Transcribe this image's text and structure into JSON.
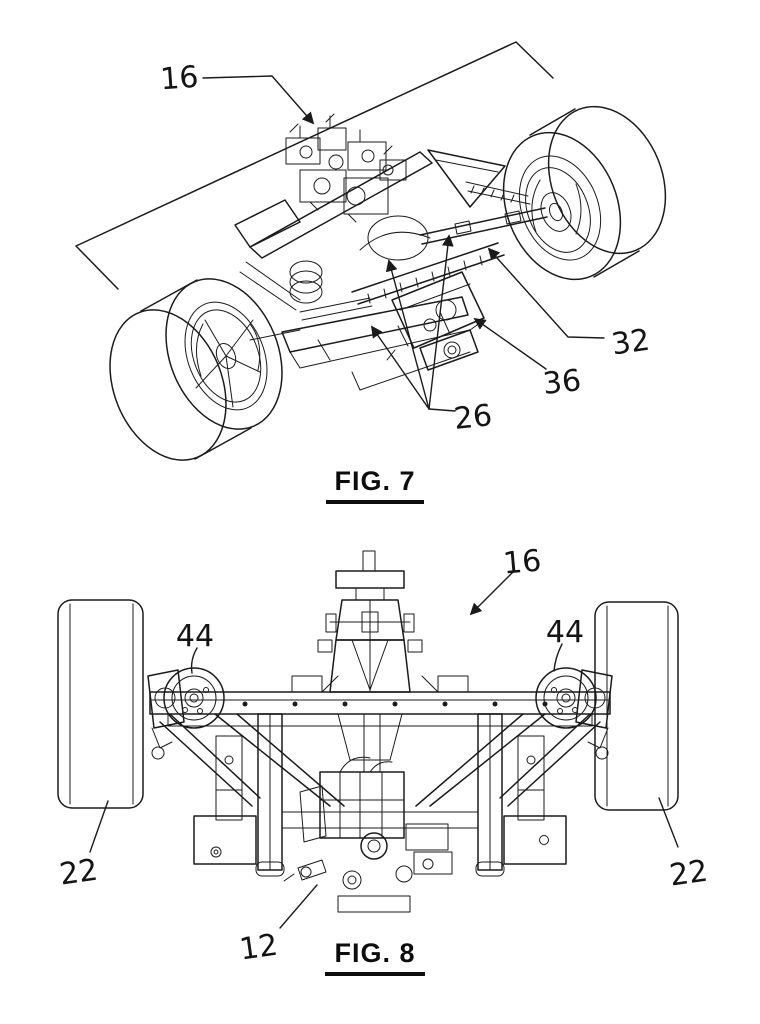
{
  "colors": {
    "background": "#ffffff",
    "ink": "#1b1b1b"
  },
  "figures": [
    {
      "caption": "FIG. 7",
      "labels": [
        {
          "text": "16"
        },
        {
          "text": "32"
        },
        {
          "text": "36"
        },
        {
          "text": "26"
        }
      ]
    },
    {
      "caption": "FIG. 8",
      "labels": [
        {
          "text": "16"
        },
        {
          "text": "44"
        },
        {
          "text": "44"
        },
        {
          "text": "22"
        },
        {
          "text": "22"
        },
        {
          "text": "12"
        }
      ]
    }
  ]
}
